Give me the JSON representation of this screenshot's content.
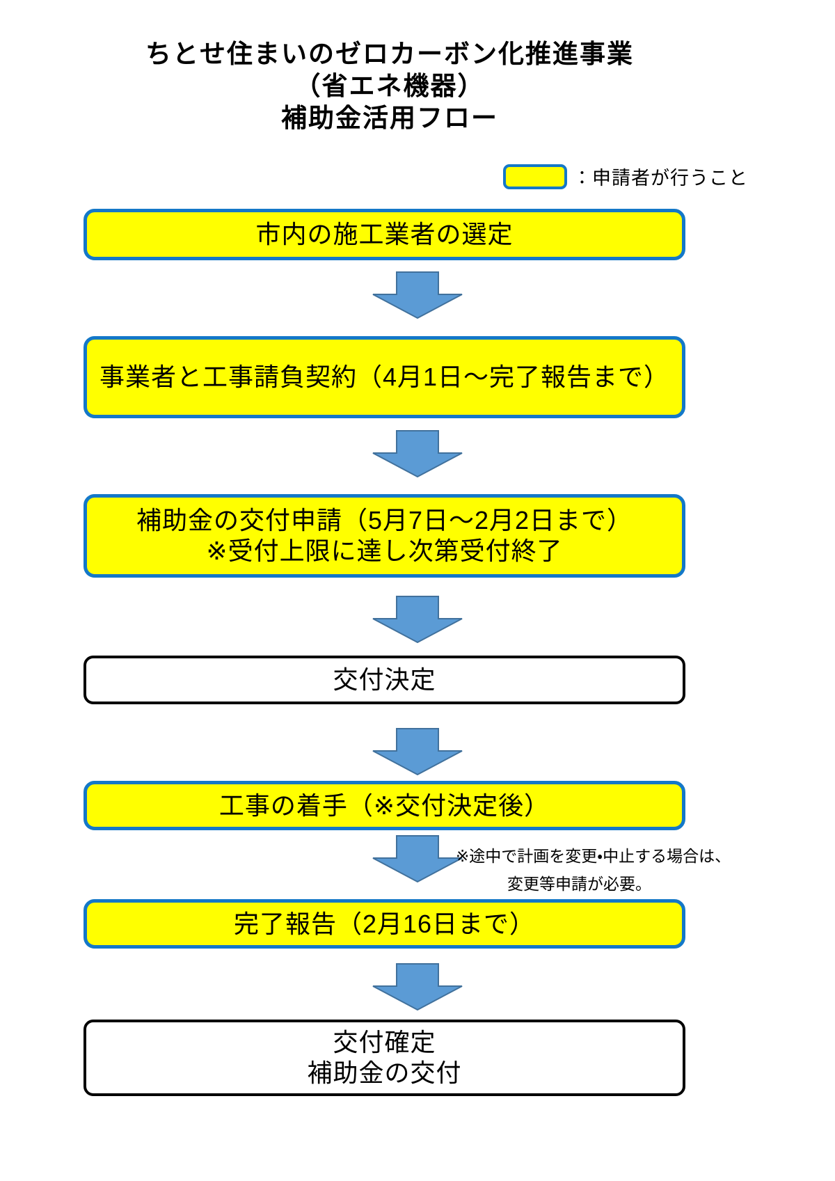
{
  "title": {
    "lines": [
      "ちとせ住まいのゼロカーボン化推進事業",
      "（省エネ機器）",
      "補助金活用フロー"
    ]
  },
  "legend": {
    "label": "：申請者が行うこと"
  },
  "steps": [
    {
      "type": "applicant",
      "lines": [
        "市内の施工業者の選定"
      ]
    },
    {
      "type": "applicant",
      "lines": [
        "事業者と工事請負契約（4月1日～完了報告まで）"
      ]
    },
    {
      "type": "applicant",
      "lines": [
        "補助金の交付申請（5月7日～2月2日まで）",
        "※受付上限に達し次第受付終了"
      ]
    },
    {
      "type": "city",
      "lines": [
        "交付決定"
      ]
    },
    {
      "type": "applicant",
      "lines": [
        "工事の着手（※交付決定後）"
      ]
    },
    {
      "type": "applicant",
      "lines": [
        "完了報告（2月16日まで）"
      ]
    },
    {
      "type": "city",
      "lines": [
        "交付確定",
        "補助金の交付"
      ]
    }
  ],
  "note": {
    "lines": [
      "※途中で計画を変更・中止する場合は、",
      "変更等申請が必要。"
    ]
  },
  "colors": {
    "box_fill_applicant": "#FFFF00",
    "box_border_applicant": "#1478C8",
    "box_fill_city": "#FFFFFF",
    "box_border_city": "#000000",
    "arrow_fill": "#5B9BD5",
    "arrow_border": "#41719C"
  }
}
